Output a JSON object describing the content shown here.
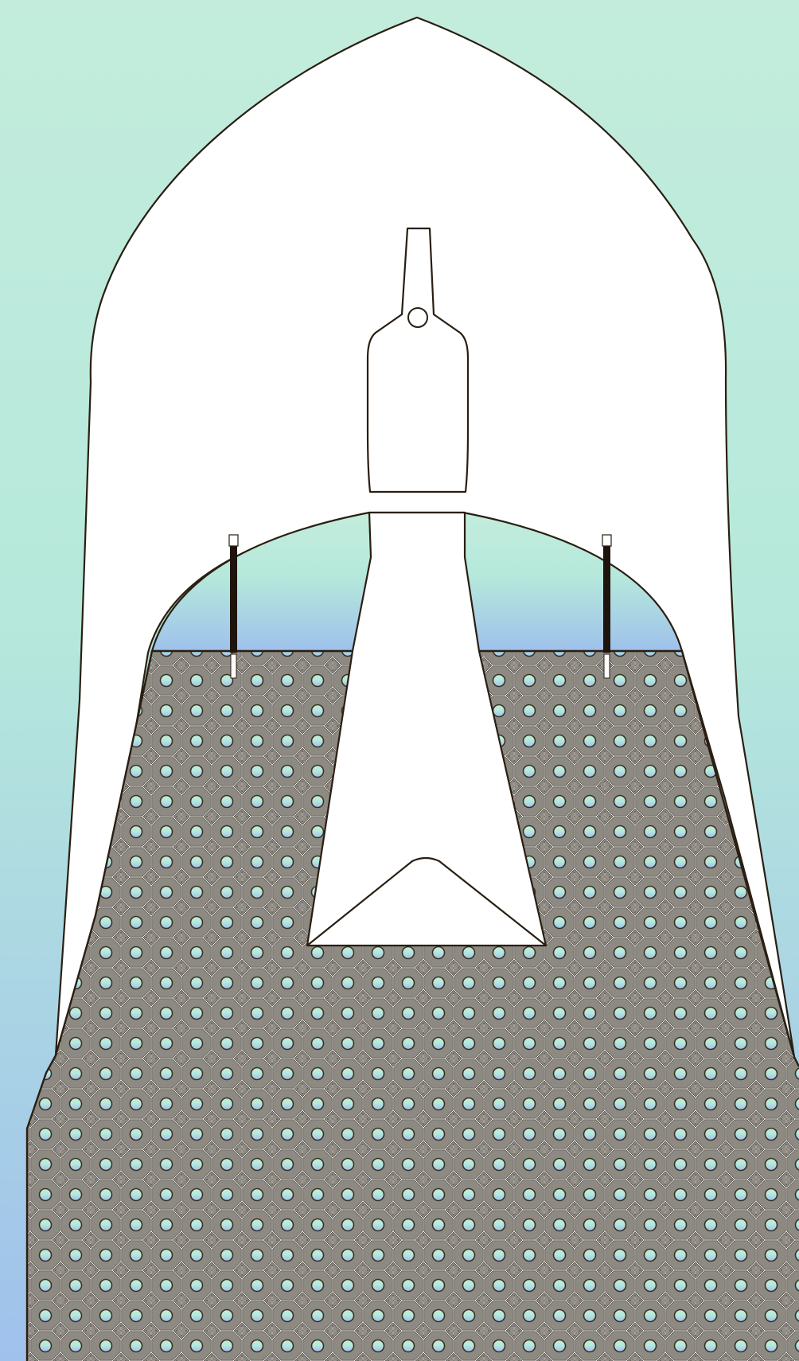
{
  "diagram": {
    "colors": {
      "background_top": "#c3ecdc",
      "background_mid": "#b6e9db",
      "background_bottom": "#9fc1ec",
      "outline": "#2a1e12",
      "hull_fill": "#ffffff",
      "lattice_line": "#ffffff",
      "lattice_dark": "#3b3024",
      "rod": "#1f140c",
      "rod_tip": "#ffffff"
    },
    "shapes": [
      {
        "name": "outer-arch-shape",
        "kind": "pointed-arch"
      },
      {
        "name": "inner-dome-shape",
        "kind": "dome"
      },
      {
        "name": "lattice-region",
        "kind": "patterned-area",
        "pattern": "octagon-lattice"
      },
      {
        "name": "central-column-shape",
        "kind": "tapered-column"
      },
      {
        "name": "bottle-head-shape",
        "kind": "bottle"
      },
      {
        "name": "triangular-notch-shape",
        "kind": "triangle"
      },
      {
        "name": "left-rod",
        "kind": "rod"
      },
      {
        "name": "right-rod",
        "kind": "rod"
      }
    ]
  }
}
